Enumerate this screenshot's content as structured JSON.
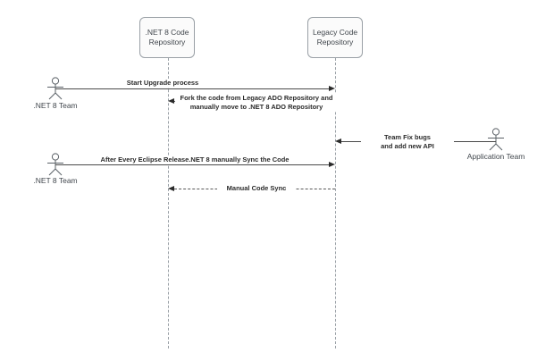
{
  "diagram": {
    "type": "sequence-diagram",
    "background_color": "#ffffff",
    "line_color": "#4a4a4a",
    "box_border_color": "#9aa0a6",
    "box_fill_color": "#fbfbfb",
    "text_color": "#40464c"
  },
  "participants": [
    {
      "id": "dotnet8-repo",
      "label": ".NET 8 Code\nRepository",
      "kind": "box"
    },
    {
      "id": "legacy-repo",
      "label": "Legacy Code\nRepository",
      "kind": "box"
    }
  ],
  "actors": [
    {
      "id": "dotnet8-team-1",
      "label": ".NET 8 Team",
      "icon": "stick-figure-icon"
    },
    {
      "id": "application-team",
      "label": "Application Team",
      "icon": "stick-figure-icon"
    },
    {
      "id": "dotnet8-team-2",
      "label": ".NET 8 Team",
      "icon": "stick-figure-icon"
    }
  ],
  "messages": [
    {
      "id": "msg-start-upgrade",
      "label": "Start Upgrade process",
      "style": "solid",
      "direction": "right",
      "from": "dotnet8-team-1",
      "to": "legacy-repo"
    },
    {
      "id": "msg-fork-code",
      "label": "Fork the code from Legacy ADO Repository and\nmanually move to .NET 8 ADO Repository",
      "style": "dashed",
      "direction": "left",
      "from": "legacy-repo",
      "to": "dotnet8-repo"
    },
    {
      "id": "msg-team-fix-bugs",
      "label": "Team Fix bugs\nand add new API",
      "style": "solid",
      "direction": "left",
      "from": "application-team",
      "to": "legacy-repo"
    },
    {
      "id": "msg-eclipse-sync",
      "label": "After Every Eclipse Release.NET 8 manually Sync the Code",
      "style": "solid",
      "direction": "right",
      "from": "dotnet8-team-2",
      "to": "legacy-repo"
    },
    {
      "id": "msg-manual-code-sync",
      "label": "Manual Code Sync",
      "style": "dashed",
      "direction": "left",
      "from": "legacy-repo",
      "to": "dotnet8-repo"
    }
  ]
}
